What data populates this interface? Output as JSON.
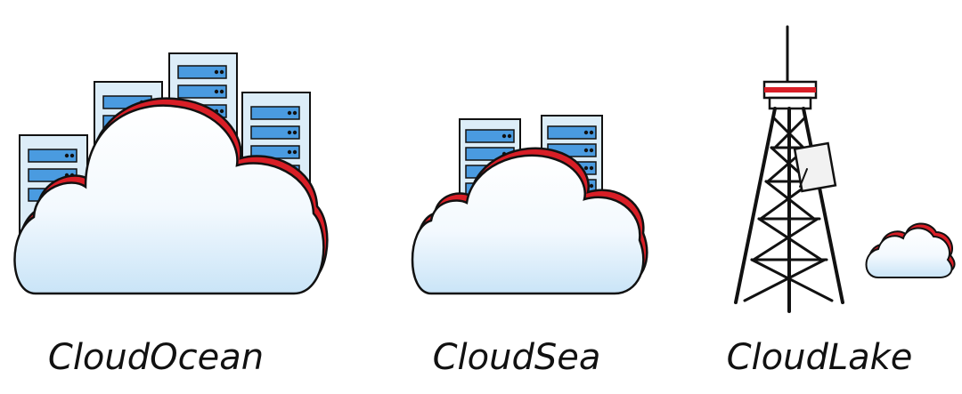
{
  "labels": {
    "ocean": "CloudOcean",
    "sea": "CloudSea",
    "lake": "CloudLake"
  },
  "colors": {
    "accent_red": "#d81e26",
    "server_blue": "#4a9be0",
    "server_frame": "#dcedf8",
    "cloud_fill": "#e8f4fd",
    "outline": "#111111"
  },
  "icons": {
    "ocean": "cloud-with-server-racks-icon",
    "sea": "cloud-with-server-racks-icon",
    "lake": "transmission-tower-with-small-cloud-icon"
  }
}
